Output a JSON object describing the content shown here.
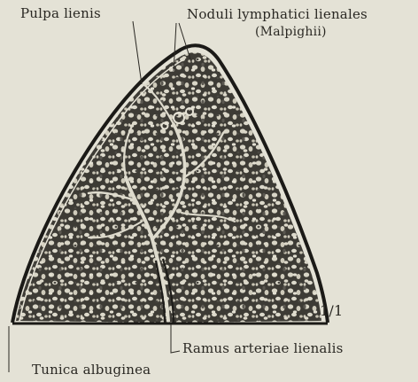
{
  "labels": {
    "pulpa": "Pulpa lienis",
    "noduli": "Noduli lymphatici lienales",
    "malpighii": "(Malpighii)",
    "scale": "1/1",
    "ramus": "Ramus arteriae lienalis",
    "tunica": "Tunica albuginea"
  },
  "colors": {
    "background": "#e4e2d6",
    "ink": "#2a2823",
    "tissue_dark": "#3a3833",
    "tissue_light": "#d9d6c8"
  }
}
